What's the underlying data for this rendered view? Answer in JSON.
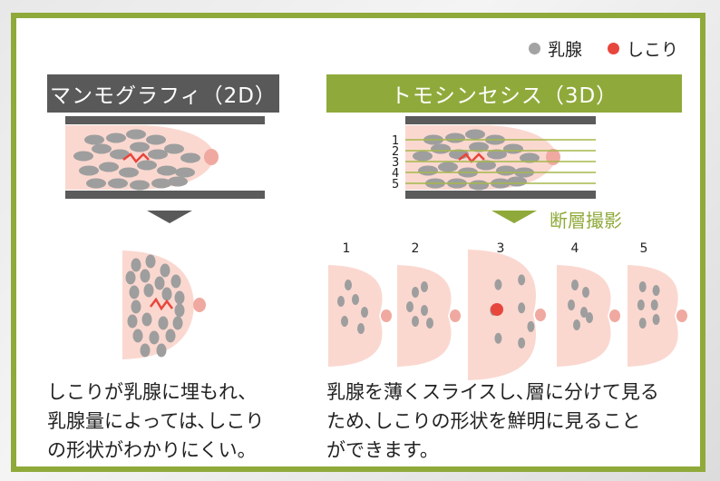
{
  "legend": {
    "gland_label": "乳腺",
    "lump_label": "しこり",
    "gland_color": "#9e9e9e",
    "lump_color": "#e8453c"
  },
  "left": {
    "title": "マンモグラフィ（2D）",
    "caption_lines": [
      "しこりが乳腺に埋もれ、",
      "乳腺量によっては､しこり",
      "の形状がわかりにくい。"
    ]
  },
  "right": {
    "title": "トモシンセシス（3D）",
    "step_label": "断層撮影",
    "slice_labels": [
      "1",
      "2",
      "3",
      "4",
      "5"
    ],
    "slice_numbers": [
      "1",
      "2",
      "3",
      "4",
      "5"
    ],
    "caption_lines": [
      "乳腺を薄くスライスし､層に分けて見る",
      "ため､しこりの形状を鮮明に見ること",
      "ができます。"
    ]
  },
  "colors": {
    "frame": "#8faa3a",
    "header_left": "#595959",
    "header_right": "#8faa3a",
    "breast": "#fad8d0",
    "nipple": "#f0a9a0",
    "plate": "#5b5b5b",
    "slice_line": "#a5b84a",
    "arrow_left": "#595959",
    "arrow_right": "#8faa3a"
  }
}
